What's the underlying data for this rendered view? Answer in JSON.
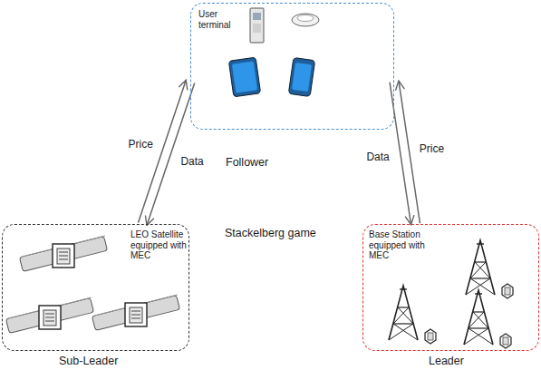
{
  "diagram": {
    "nodes": [
      {
        "text": [
          "User terminal",
          "Follower"
        ]
      },
      {
        "text": [
          "LEO Satellite equipped with MEC",
          "Sub-Leader"
        ]
      },
      {
        "text": [
          "Base Station equipped with MEC",
          "Leader"
        ]
      }
    ],
    "edges": [
      {
        "from": 1,
        "to": 0,
        "label": "Price",
        "arrow": "to"
      },
      {
        "from": 0,
        "to": 1,
        "label": "Data",
        "arrow": "to"
      },
      {
        "from": 2,
        "to": 0,
        "label": "Price",
        "arrow": "to"
      },
      {
        "from": 0,
        "to": 2,
        "label": "Data",
        "arrow": "to"
      }
    ],
    "labels": [
      "Stackelberg game"
    ]
  }
}
